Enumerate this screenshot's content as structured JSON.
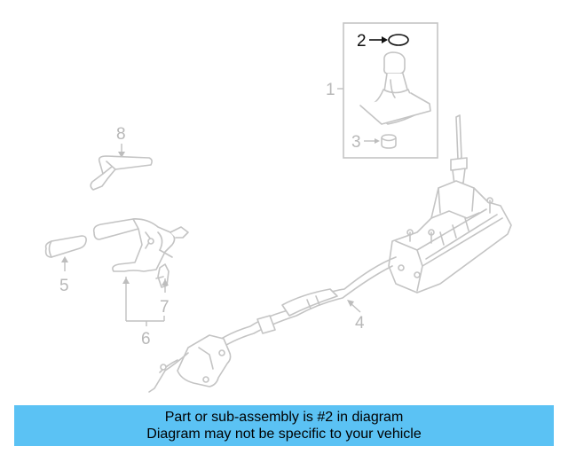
{
  "diagram": {
    "callouts": {
      "c1": "1",
      "c2": "2",
      "c3": "3",
      "c4": "4",
      "c5": "5",
      "c6": "6",
      "c7": "7",
      "c8": "8"
    },
    "highlighted_part": "2"
  },
  "banner": {
    "line1": "Part or sub-assembly is #2 in diagram",
    "line2": "Diagram may not be specific to your vehicle",
    "background_color": "#5bc2f4"
  }
}
